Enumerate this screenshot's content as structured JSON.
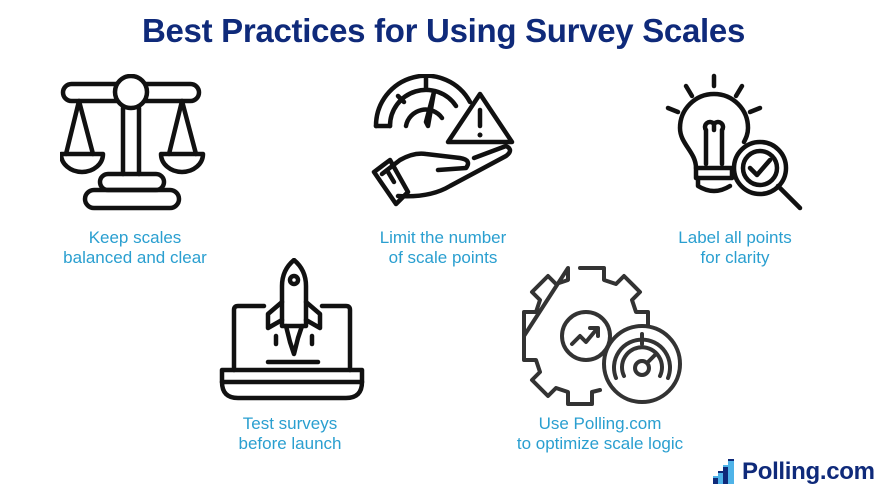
{
  "title": "Best Practices for Using Survey Scales",
  "items": [
    {
      "icon": "balance-scale-icon",
      "line1": "Keep scales",
      "line2": "balanced and clear"
    },
    {
      "icon": "gauge-warning-hand-icon",
      "line1": "Limit the number",
      "line2": "of scale points"
    },
    {
      "icon": "lightbulb-magnifier-check-icon",
      "line1": "Label all points",
      "line2": "for clarity"
    },
    {
      "icon": "laptop-rocket-icon",
      "line1": "Test surveys",
      "line2": "before launch"
    },
    {
      "icon": "gear-chart-gauge-icon",
      "line1": "Use Polling.com",
      "line2": "to optimize scale logic"
    }
  ],
  "brand": {
    "name": "Polling.com",
    "colors": {
      "title": "#0f2a7a",
      "label": "#2a9fd0",
      "logo_light": "#4fb3e8",
      "logo_dark": "#0f2a7a"
    }
  }
}
